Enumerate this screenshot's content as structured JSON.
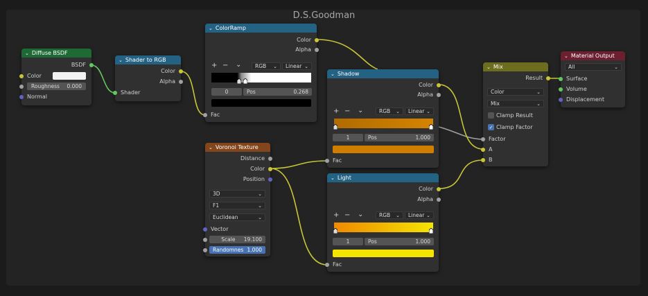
{
  "frame": {
    "label": "D.S.Goodman"
  },
  "colors": {
    "shader_header": "#1e6a35",
    "converter_header": "#246283",
    "texture_header": "#83461c",
    "color_header": "#6d6d1f",
    "output_header": "#6b1f30",
    "socket_color": "#c8c638",
    "socket_float": "#a1a1a1",
    "socket_vector": "#6363c7",
    "socket_shader": "#63c763",
    "accent_blue": "#4772b3"
  },
  "nodes": {
    "diffuse": {
      "title": "Diffuse BSDF",
      "out_bsdf": "BSDF",
      "in_color": "Color",
      "roughness_label": "Roughness",
      "roughness_value": "0.000",
      "in_normal": "Normal"
    },
    "shader_to_rgb": {
      "title": "Shader to RGB",
      "out_color": "Color",
      "out_alpha": "Alpha",
      "in_shader": "Shader"
    },
    "colorramp": {
      "title": "ColorRamp",
      "out_color": "Color",
      "out_alpha": "Alpha",
      "tool_add": "+",
      "tool_remove": "−",
      "tool_menu": "⌄",
      "color_mode": "RGB",
      "interpolation": "Linear",
      "stop_index": "0",
      "pos_label": "Pos",
      "pos_value": "0.268",
      "in_fac": "Fac"
    },
    "voronoi": {
      "title": "Voronoi Texture",
      "out_distance": "Distance",
      "out_color": "Color",
      "out_position": "Position",
      "dimensions": "3D",
      "feature": "F1",
      "metric": "Euclidean",
      "in_vector": "Vector",
      "scale_label": "Scale",
      "scale_value": "19.100",
      "randomness_label": "Randomnes",
      "randomness_value": "1.000"
    },
    "shadow": {
      "title": "Shadow",
      "out_color": "Color",
      "out_alpha": "Alpha",
      "tool_add": "+",
      "tool_remove": "−",
      "tool_menu": "⌄",
      "color_mode": "RGB",
      "interpolation": "Linear",
      "stop_index": "1",
      "pos_label": "Pos",
      "pos_value": "1.000",
      "in_fac": "Fac",
      "swatch_color": "#d07e00"
    },
    "light": {
      "title": "Light",
      "out_color": "Color",
      "out_alpha": "Alpha",
      "tool_add": "+",
      "tool_remove": "−",
      "tool_menu": "⌄",
      "color_mode": "RGB",
      "interpolation": "Linear",
      "stop_index": "1",
      "pos_label": "Pos",
      "pos_value": "1.000",
      "in_fac": "Fac",
      "swatch_color": "#f5e400"
    },
    "mix": {
      "title": "Mix",
      "out_result": "Result",
      "data_type": "Color",
      "blend_type": "Mix",
      "clamp_result": "Clamp Result",
      "clamp_result_checked": false,
      "clamp_factor": "Clamp Factor",
      "clamp_factor_checked": true,
      "in_factor": "Factor",
      "in_a": "A",
      "in_b": "B"
    },
    "material_output": {
      "title": "Material Output",
      "target": "All",
      "in_surface": "Surface",
      "in_volume": "Volume",
      "in_displacement": "Displacement"
    }
  }
}
